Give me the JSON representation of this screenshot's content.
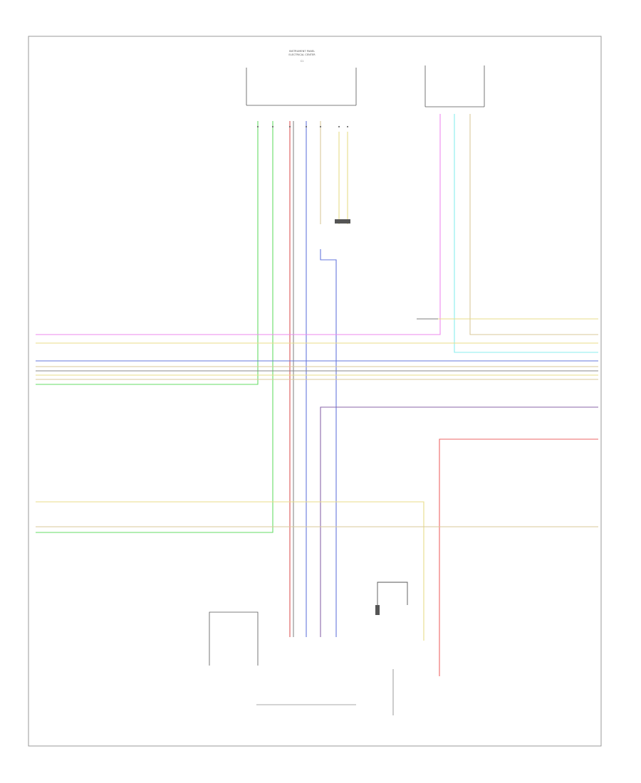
{
  "diagram": {
    "top_module": {
      "title_lines": [
        "INSTRUMENT PANEL",
        "ELECTRICAL CENTER"
      ],
      "connector": "C1",
      "pins": [
        "",
        "",
        "",
        "",
        "",
        "",
        "",
        "",
        ""
      ]
    },
    "top_right_module": {
      "title_lines": [
        "",
        "",
        "",
        ""
      ]
    },
    "left_labels": [
      "",
      "",
      "",
      "",
      "",
      "",
      "",
      "",
      ""
    ],
    "right_labels": [
      "",
      "",
      "",
      "",
      "",
      "",
      "",
      "",
      "",
      ""
    ],
    "bottom_left_component": [
      "",
      "",
      ""
    ],
    "bottom_center_component": [
      "",
      ""
    ],
    "bottom_right_component": [
      "",
      "",
      "",
      ""
    ],
    "mid_right_component": [
      "",
      "",
      "",
      ""
    ],
    "splice_label": [
      "",
      "",
      ""
    ],
    "footer_id": "",
    "colors": {
      "pink": "#ee88ee",
      "green": "#66dd66",
      "red": "#dd5555",
      "blue": "#6677dd",
      "yellow": "#e8dd88",
      "tan": "#d8c89a",
      "gray": "#888888",
      "cyan": "#88eeee",
      "purple": "#8866aa",
      "dark": "#555555",
      "border": "#999999"
    }
  }
}
